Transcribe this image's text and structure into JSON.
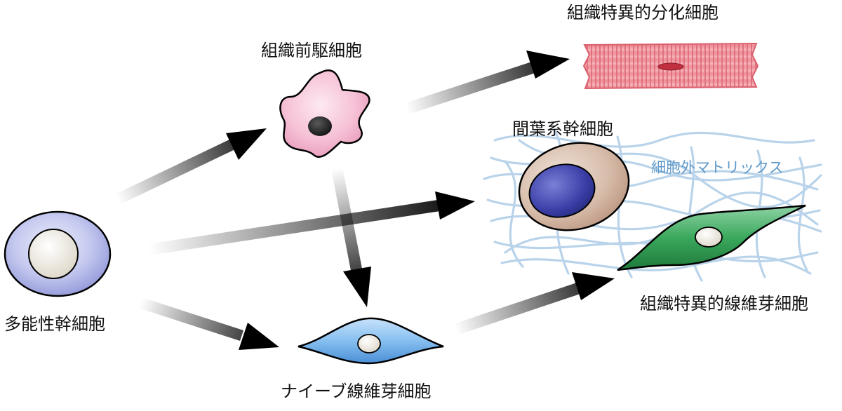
{
  "labels": {
    "pluripotent": "多能性幹細胞",
    "progenitor": "組織前駆細胞",
    "differentiated": "組織特異的分化細胞",
    "mesenchymal": "間葉系幹細胞",
    "ecm": "細胞外マトリックス",
    "tissue_fibroblast": "組織特異的線維芽細胞",
    "naive_fibroblast": "ナイーブ線維芽細胞"
  },
  "colors": {
    "ecm_text": "#5f98c8",
    "ecm_fibers": "#b9d3ea",
    "pluripotent_cell": "#aab0e4",
    "progenitor_cell": "#f1b6cf",
    "muscle_cell": "#ec8f98",
    "mesenchymal_cell": "#cfb3a2",
    "mesenchymal_nucleus": "#3b3c9e",
    "tissue_fibroblast_cell": "#2f9c50",
    "naive_fibroblast_cell": "#7db8ec",
    "arrow": "#000000"
  },
  "edges": [
    {
      "from": "pluripotent",
      "to": "progenitor"
    },
    {
      "from": "pluripotent",
      "to": "mesenchymal"
    },
    {
      "from": "pluripotent",
      "to": "naive_fibroblast"
    },
    {
      "from": "progenitor",
      "to": "naive_fibroblast"
    },
    {
      "from": "progenitor",
      "to": "differentiated"
    },
    {
      "from": "naive_fibroblast",
      "to": "tissue_fibroblast"
    }
  ]
}
